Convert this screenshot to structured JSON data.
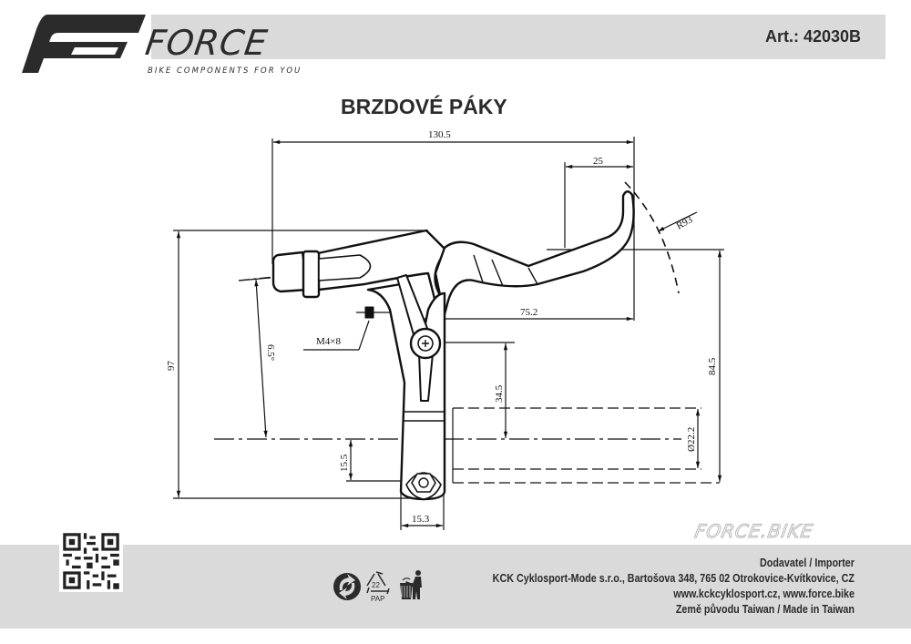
{
  "header": {
    "brand": "FORCE",
    "tagline": "BIKE COMPONENTS FOR YOU",
    "article_number": "Art.: 42030B",
    "band_color": "#d9dad9"
  },
  "document": {
    "title": "BRZDOVÉ PÁKY"
  },
  "drawing": {
    "dimensions": {
      "overall_length": "130.5",
      "lever_tip": "25",
      "radius": "R93",
      "reach": "75.2",
      "overall_height": "97",
      "angle": "6.5°",
      "bolt": "M4×8",
      "tip_height": "84.5",
      "clamp_to_pivot": "34.5",
      "bar_diameter": "Ø22.2",
      "clamp_offset": "15.5",
      "clamp_width": "15.3"
    }
  },
  "watermark": {
    "text": "FORCE.BIKE"
  },
  "footer": {
    "importer_heading": "Dodavatel / Importer",
    "company_address": "KCK Cyklosport-Mode s.r.o., Bartošova 348, 765 02 Otrokovice-Kvítkovice, CZ",
    "websites": "www.kckcyklosport.cz, www.force.bike",
    "origin": "Země původu Taiwan / Made in Taiwan",
    "recycle_code": "22",
    "recycle_material": "PAP",
    "icons": [
      "green-dot-icon",
      "recycle-paper-icon",
      "tidyman-bin-icon"
    ]
  }
}
